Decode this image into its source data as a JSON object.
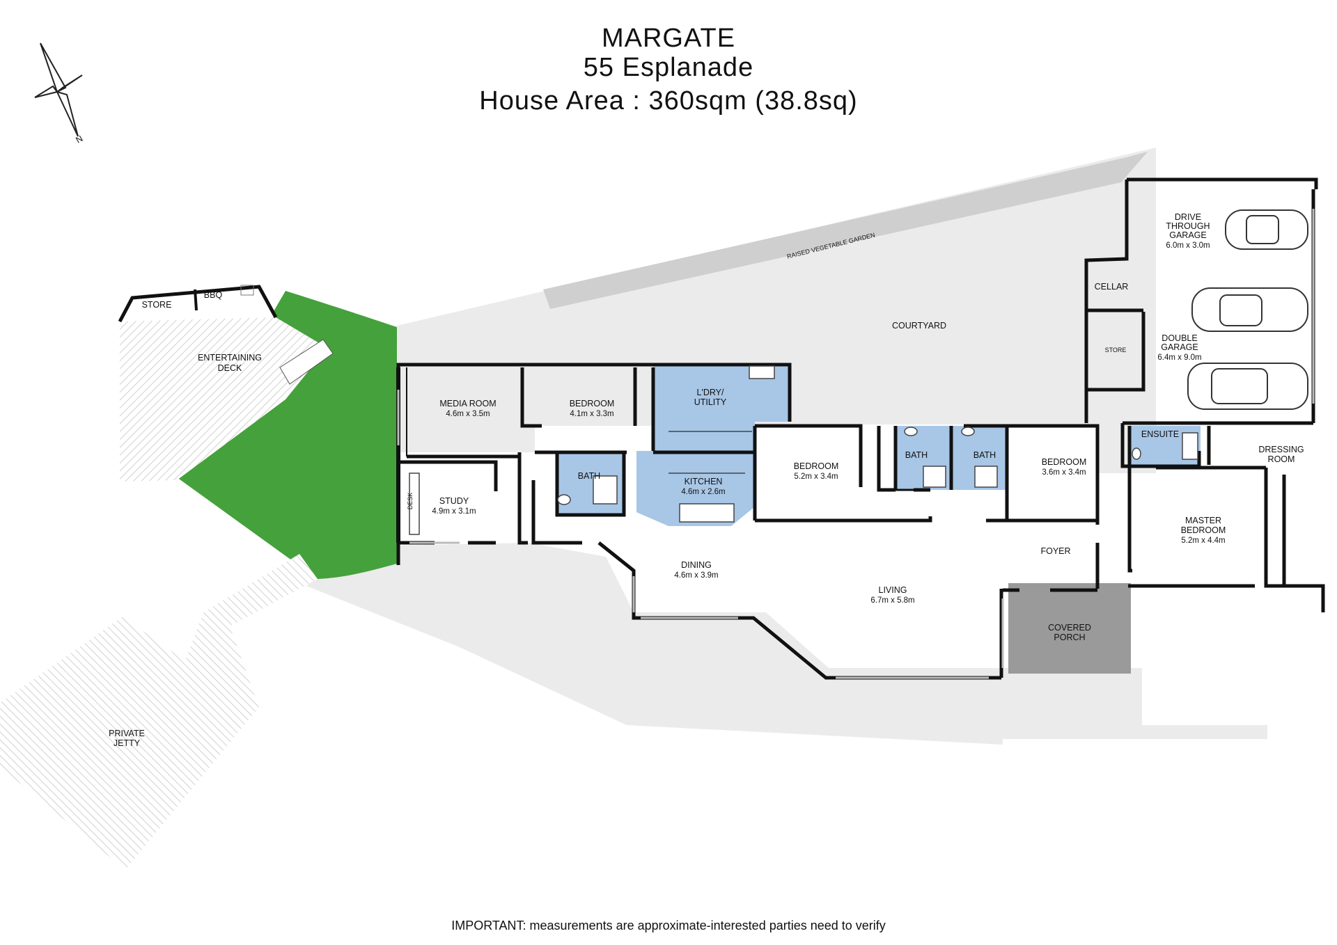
{
  "header": {
    "suburb": "MARGATE",
    "address": "55 Esplanade",
    "area": "House Area : 360sqm (38.8sq)"
  },
  "compass": {
    "label": "N"
  },
  "rooms": {
    "store_deck": "STORE",
    "bbq": "BBQ",
    "entertaining_deck": [
      "ENTERTAINING",
      "DECK"
    ],
    "private_jetty": [
      "PRIVATE",
      "JETTY"
    ],
    "raised_garden": "RAISED VEGETABLE GARDEN",
    "courtyard": "COURTYARD",
    "media_room": {
      "name": "MEDIA ROOM",
      "dims": "4.6m x 3.5m"
    },
    "bedroom_2": {
      "name": "BEDROOM",
      "dims": "4.1m x 3.3m"
    },
    "laundry": [
      "L'DRY/",
      "UTILITY"
    ],
    "study": {
      "name": "STUDY",
      "dims": "4.9m x 3.1m"
    },
    "desk": "DESK",
    "bath_1": "BATH",
    "kitchen": {
      "name": "KITCHEN",
      "dims": "4.6m x 2.6m"
    },
    "bedroom_3": {
      "name": "BEDROOM",
      "dims": "5.2m x 3.4m"
    },
    "bath_2": "BATH",
    "bath_3": "BATH",
    "bedroom_4": {
      "name": "BEDROOM",
      "dims": "3.6m x 3.4m"
    },
    "dining": {
      "name": "DINING",
      "dims": "4.6m x 3.9m"
    },
    "living": {
      "name": "LIVING",
      "dims": "6.7m x 5.8m"
    },
    "foyer": "FOYER",
    "covered_porch": [
      "COVERED",
      "PORCH"
    ],
    "cellar": "CELLAR",
    "store_garage": "STORE",
    "drive_through_garage": {
      "name": [
        "DRIVE",
        "THROUGH",
        "GARAGE"
      ],
      "dims": "6.0m x 3.0m"
    },
    "double_garage": {
      "name": [
        "DOUBLE",
        "GARAGE"
      ],
      "dims": "6.4m x 9.0m"
    },
    "ensuite": "ENSUITE",
    "dressing_room": [
      "DRESSING",
      "ROOM"
    ],
    "master_bedroom": {
      "name": [
        "MASTER",
        "BEDROOM"
      ],
      "dims": "5.2m x 4.4m"
    }
  },
  "colors": {
    "wall": "#111111",
    "ground": "#ebebeb",
    "lawn": "#45a13c",
    "wet_area": "#a8c6e6",
    "porch": "#9a9a9a",
    "garden_bed": "#cfcfcf"
  },
  "footer": {
    "note": "IMPORTANT: measurements are approximate-interested parties need to verify"
  }
}
